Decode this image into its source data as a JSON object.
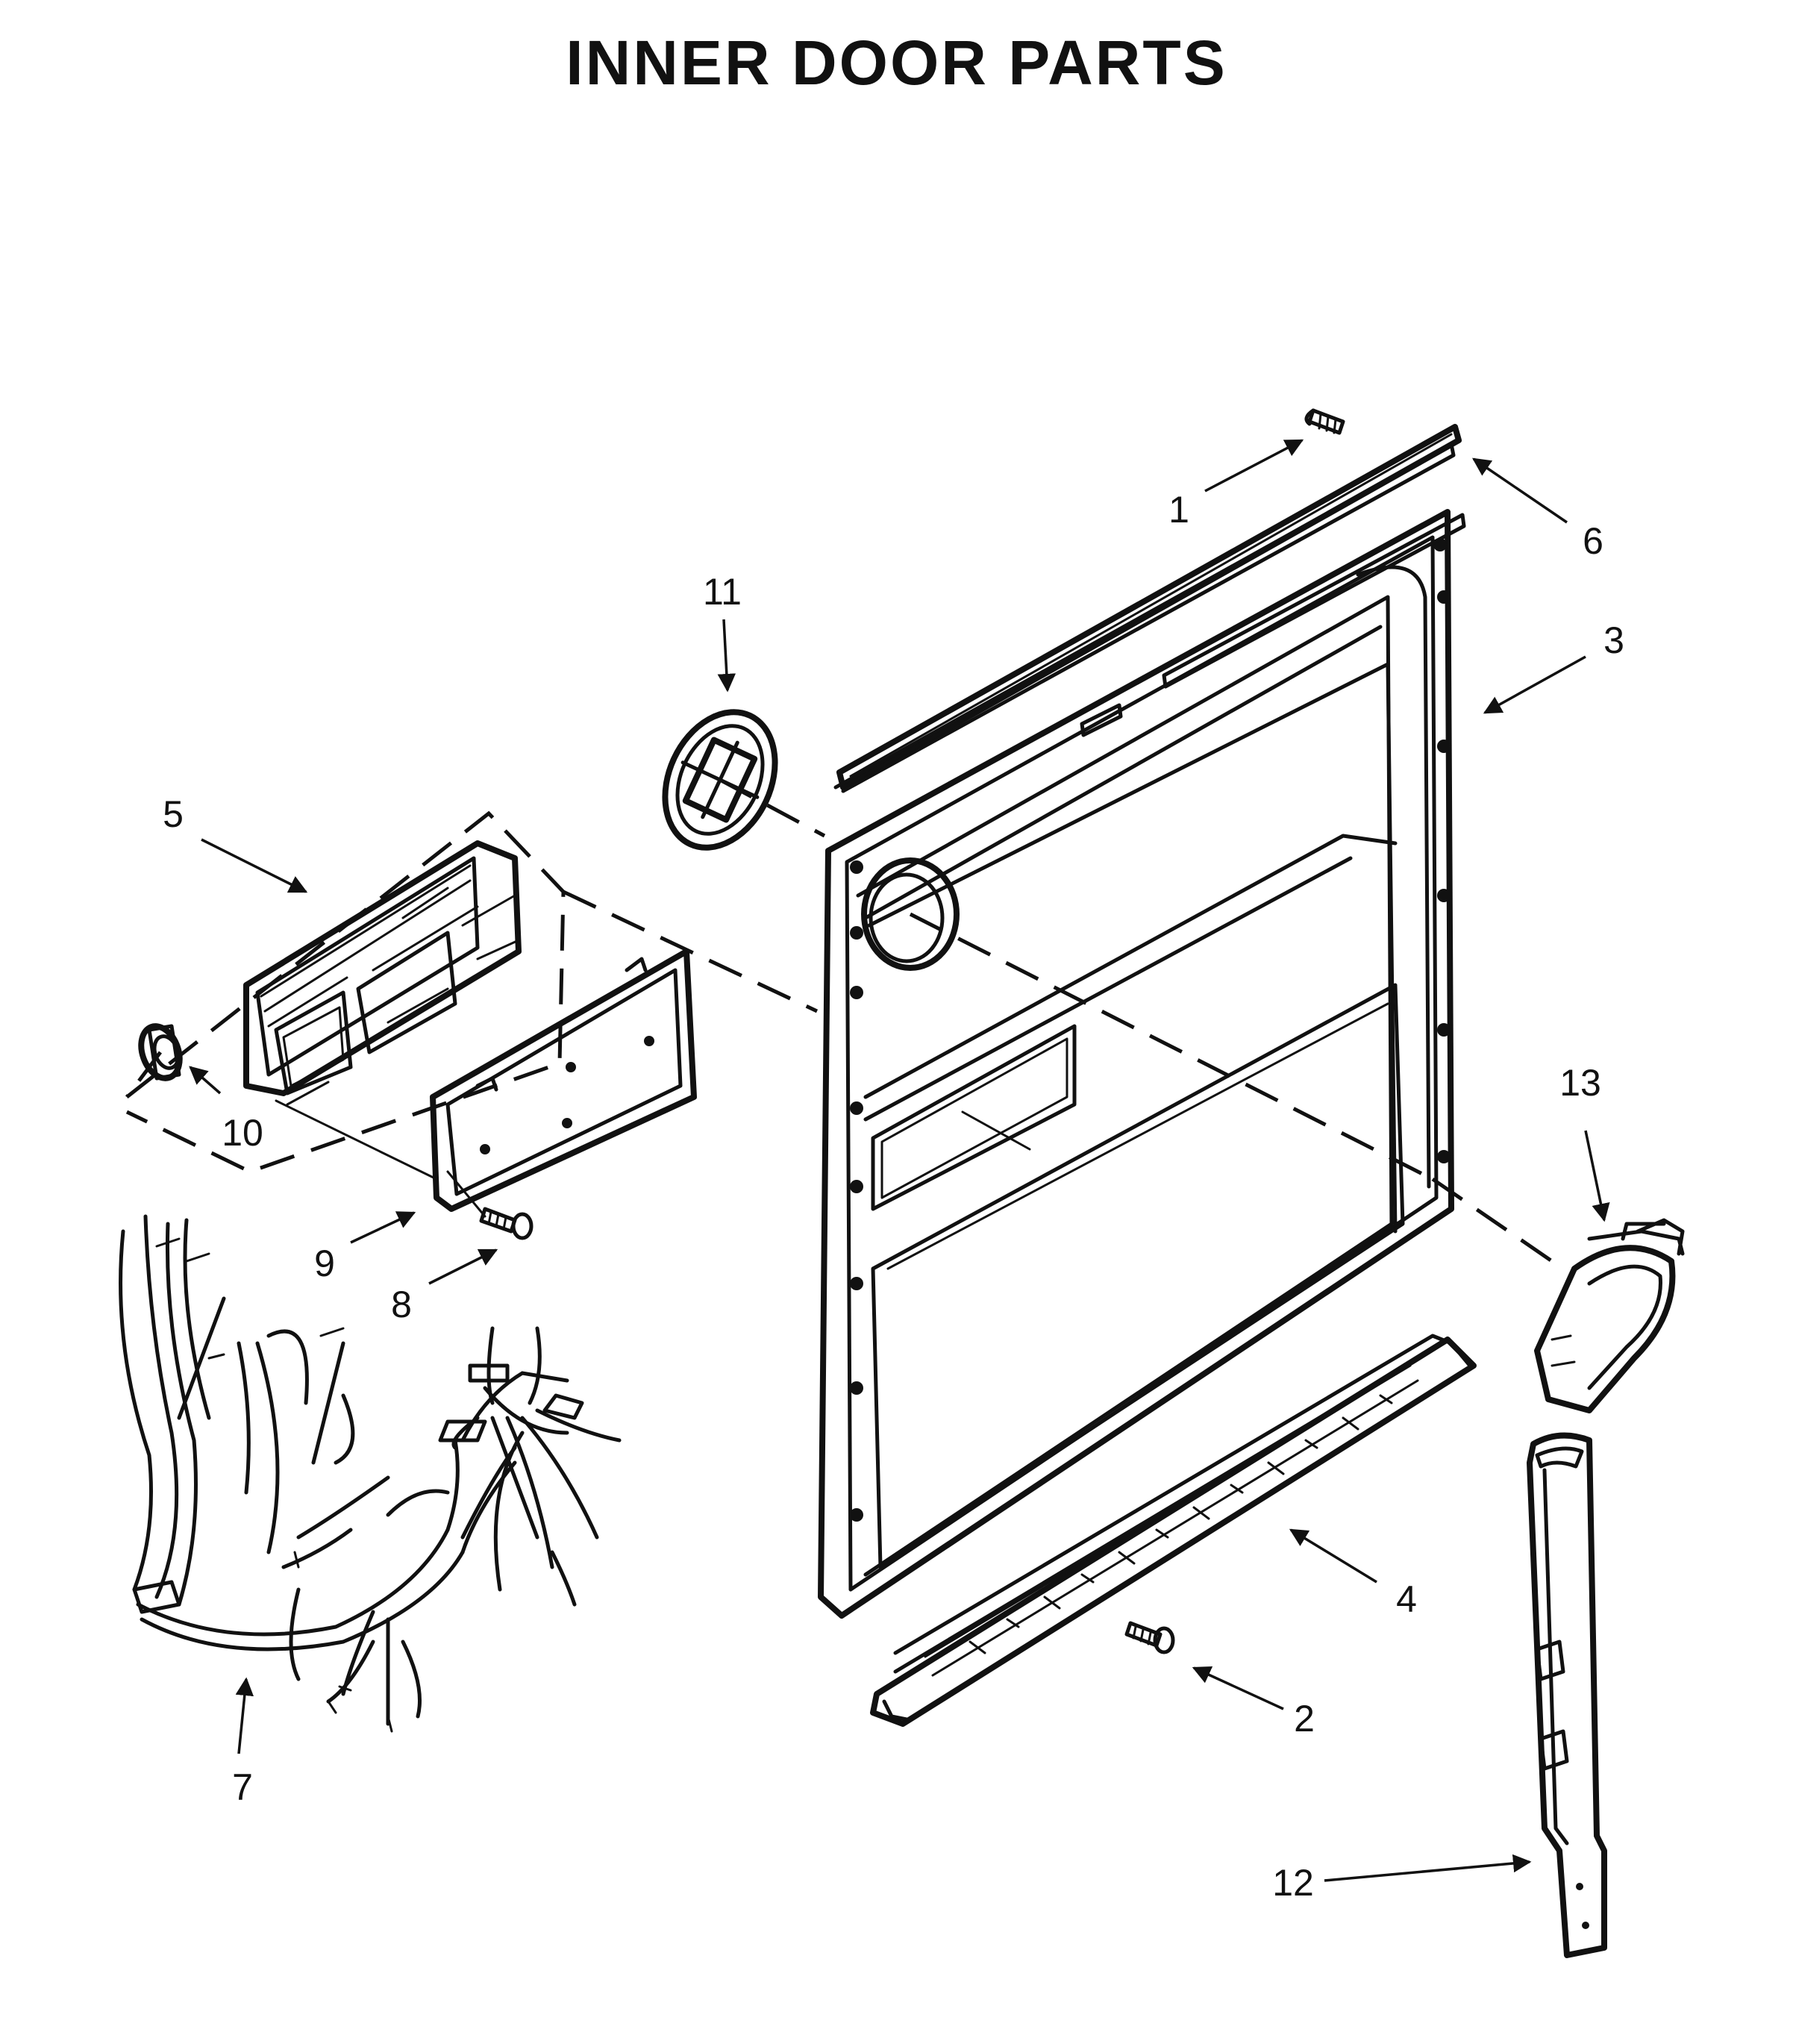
{
  "title": "INNER DOOR PARTS",
  "callouts": [
    {
      "id": "1",
      "label": "1"
    },
    {
      "id": "2",
      "label": "2"
    },
    {
      "id": "3",
      "label": "3"
    },
    {
      "id": "4",
      "label": "4"
    },
    {
      "id": "5",
      "label": "5"
    },
    {
      "id": "6",
      "label": "6"
    },
    {
      "id": "7",
      "label": "7"
    },
    {
      "id": "8",
      "label": "8"
    },
    {
      "id": "9",
      "label": "9"
    },
    {
      "id": "10",
      "label": "10"
    },
    {
      "id": "11",
      "label": "11"
    },
    {
      "id": "12",
      "label": "12"
    },
    {
      "id": "13",
      "label": "13"
    }
  ]
}
